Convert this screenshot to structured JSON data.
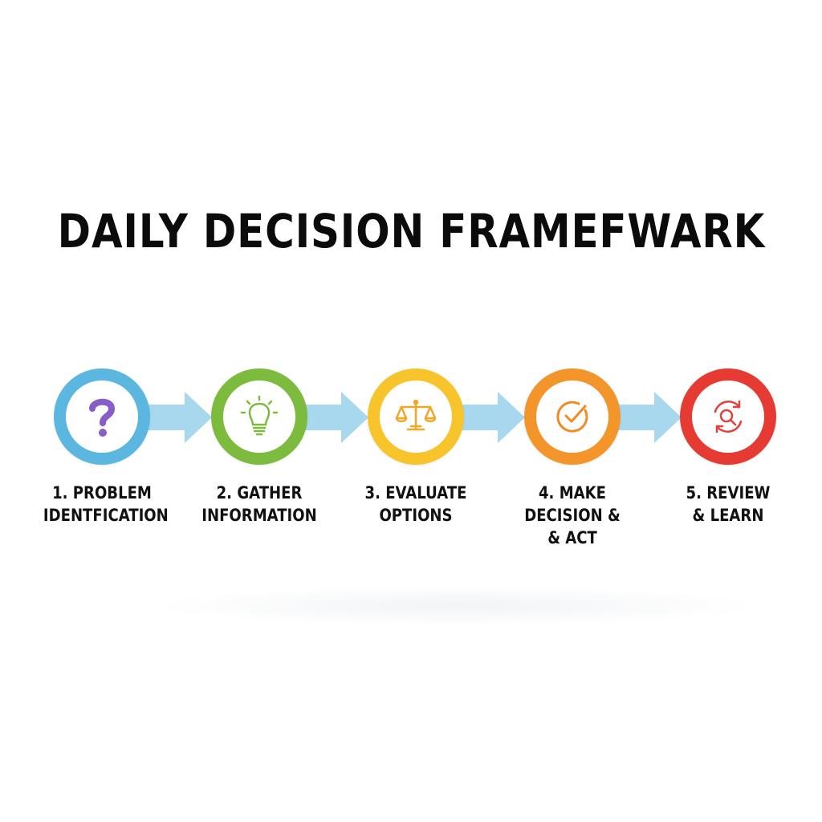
{
  "title": "DAILY DECISION FRAMEFWARK",
  "steps": [
    {
      "label_lines": [
        "1. PROBLEM",
        "IDENTFICATION"
      ],
      "icon": "question-mark-icon",
      "ring_color": "#5bb6e0",
      "icon_color": "#8a5cc8"
    },
    {
      "label_lines": [
        "2. GATHER",
        "INFORMATION"
      ],
      "icon": "lightbulb-icon",
      "ring_color": "#7dbb3f",
      "icon_color": "#7dbb3f"
    },
    {
      "label_lines": [
        "3. EVALUATE",
        "OPTIONS"
      ],
      "icon": "balance-scale-icon",
      "ring_color": "#f7c52b",
      "icon_color": "#f0a726"
    },
    {
      "label_lines": [
        "4. MAKE",
        "DECISION &",
        "& ACT"
      ],
      "icon": "check-circle-icon",
      "ring_color": "#f3952a",
      "icon_color": "#f08b22"
    },
    {
      "label_lines": [
        "5. REVIEW",
        "& LEARN"
      ],
      "icon": "review-cycle-icon",
      "ring_color": "#e63b33",
      "icon_color": "#e2403a"
    }
  ],
  "arrow_color": "#a8d8ee"
}
